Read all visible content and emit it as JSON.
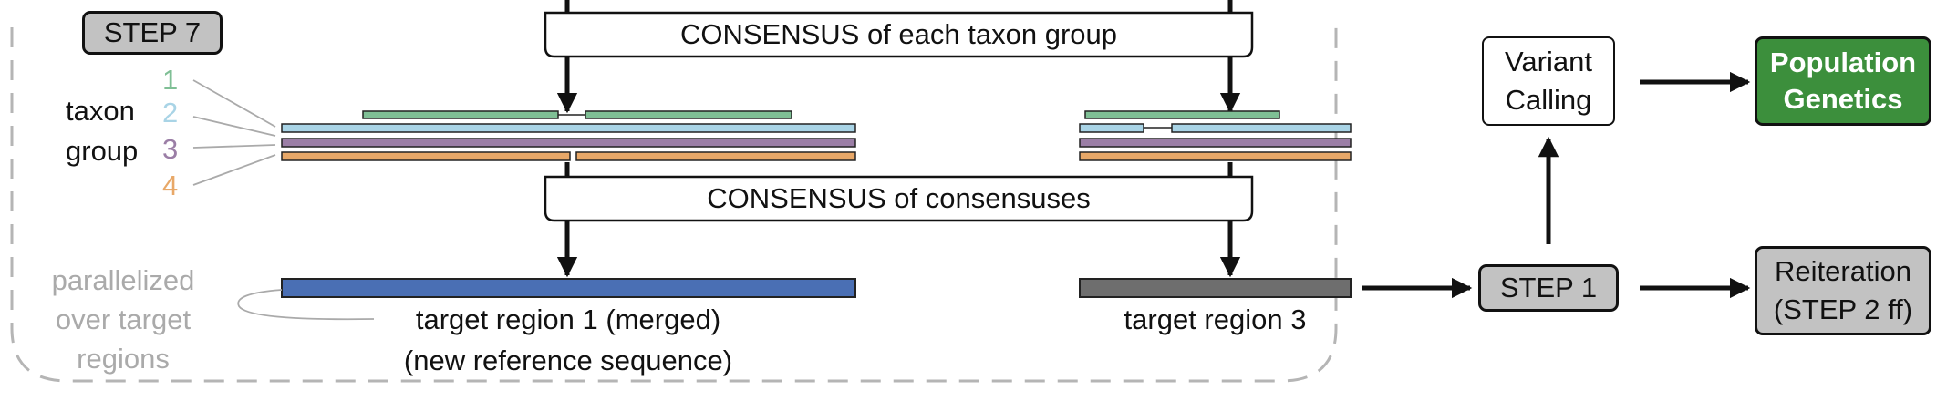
{
  "step7_label": "STEP 7",
  "taxon_label_line1": "taxon",
  "taxon_label_line2": "group",
  "taxon_numbers": [
    "1",
    "2",
    "3",
    "4"
  ],
  "consensus_top": "CONSENSUS of each taxon group",
  "consensus_bottom": "CONSENSUS of consensuses",
  "parallel_note": [
    "parallelized",
    "over target",
    "regions"
  ],
  "target1_line1": "target region 1 (merged)",
  "target1_line2": "(new reference sequence)",
  "target3_label": "target region 3",
  "step1_label": "STEP 1",
  "variant_calling": [
    "Variant",
    "Calling"
  ],
  "population_genetics": [
    "Population",
    "Genetics"
  ],
  "reiteration": [
    "Reiteration",
    "(STEP 2 ff)"
  ],
  "colors": {
    "taxon1": "#7fbf95",
    "taxon2": "#a9d4e6",
    "taxon3": "#9b7ea6",
    "taxon4": "#e8a868",
    "target1": "#4a6fb4",
    "target3": "#6e6e6e",
    "step_gray": "#c2c2c2",
    "popgen_green": "#3c8f3c",
    "note_gray": "#aaaaaa"
  }
}
